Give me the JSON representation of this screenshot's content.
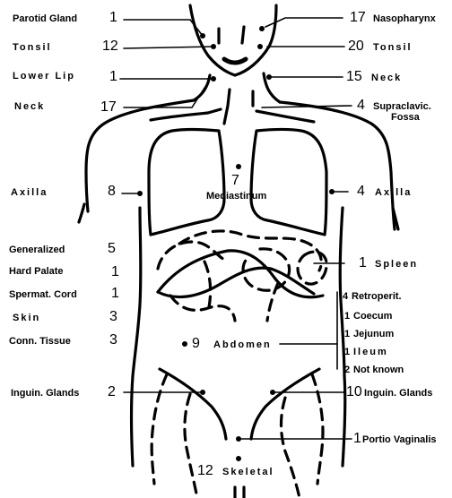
{
  "labels": {
    "parotid_gland": "Parotid Gland",
    "tonsil_left": "Tonsil",
    "lower_lip": "Lower Lip",
    "neck_left": "Neck",
    "nasopharynx": "Nasopharynx",
    "tonsil_right": "Tonsil",
    "neck_right": "Neck",
    "supraclavic": "Supraclavic.",
    "fossa": "Fossa",
    "axilla_left": "Axilla",
    "mediastinum": "Mediastinum",
    "axilla_right": "Axilla",
    "generalized": "Generalized",
    "hard_palate": "Hard Palate",
    "spermat_cord": "Spermat. Cord",
    "skin": "Skin",
    "conn_tissue": "Conn. Tissue",
    "spleen": "Spleen",
    "retroperit": "Retroperit.",
    "coecum": "Coecum",
    "jejunum": "Jejunum",
    "ileum": "Ileum",
    "not_known": "Not known",
    "abdomen": "Abdomen",
    "inguin_left": "Inguin. Glands",
    "inguin_right": "Inguin. Glands",
    "portio": "Portio Vaginalis",
    "skeletal": "Skeletal"
  },
  "counts": {
    "parotid_gland": "1",
    "tonsil_left": "12",
    "lower_lip": "1",
    "neck_left": "17",
    "nasopharynx": "17",
    "tonsil_right": "20",
    "neck_right": "15",
    "supraclavic": "4",
    "axilla_left": "8",
    "mediastinum": "7",
    "axilla_right": "4",
    "generalized": "5",
    "hard_palate": "1",
    "spermat_cord": "1",
    "skin": "3",
    "conn_tissue": "3",
    "spleen": "1",
    "retroperit": "4",
    "coecum": "1",
    "jejunum": "1",
    "ileum": "1",
    "not_known": "2",
    "abdomen": "9",
    "inguin_left": "2",
    "inguin_right": "10",
    "portio": "1",
    "skeletal": "12"
  }
}
